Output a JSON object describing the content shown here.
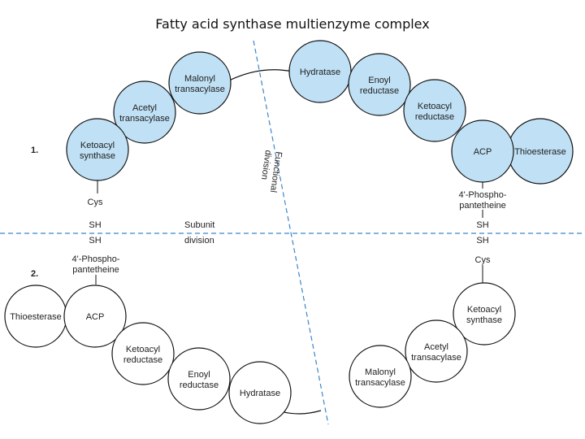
{
  "title": "Fatty acid synthase multienzyme complex",
  "subunit_labels": {
    "top": "1.",
    "bottom": "2."
  },
  "enzymes": {
    "malonyl_top": [
      "Malonyl",
      "transacylase"
    ],
    "acetyl_top": [
      "Acetyl",
      "transacylase"
    ],
    "ketoacyl_synthase_top": [
      "Ketoacyl",
      "synthase"
    ],
    "hydratase_top": [
      "Hydratase"
    ],
    "enoyl_top": [
      "Enoyl",
      "reductase"
    ],
    "ketoacyl_reductase_top": [
      "Ketoacyl",
      "reductase"
    ],
    "acp_top": [
      "ACP"
    ],
    "thioesterase_top": [
      "Thioesterase"
    ],
    "thioesterase_bottom": [
      "Thioesterase"
    ],
    "acp_bottom": [
      "ACP"
    ],
    "ketoacyl_reductase_bottom": [
      "Ketoacyl",
      "reductase"
    ],
    "enoyl_bottom": [
      "Enoyl",
      "reductase"
    ],
    "hydratase_bottom": [
      "Hydratase"
    ],
    "ketoacyl_synthase_bottom": [
      "Ketoacyl",
      "synthase"
    ],
    "acetyl_bottom": [
      "Acetyl",
      "transacylase"
    ],
    "malonyl_bottom": [
      "Malonyl",
      "transacylase"
    ]
  },
  "groups": {
    "cys_left": "Cys",
    "sh_left_top": "SH",
    "sh_left_bottom": "SH",
    "phospho_left": [
      "4'-Phospho-",
      "pantetheine"
    ],
    "phospho_right": [
      "4'-Phospho-",
      "pantetheine"
    ],
    "sh_right_top": "SH",
    "sh_right_bottom": "SH",
    "cys_right": "Cys"
  },
  "annotations": {
    "subunit_division": [
      "Subunit",
      "division"
    ],
    "functional_division": [
      "Functional",
      "division"
    ]
  },
  "colors": {
    "top_subunit": "#bfe0f5",
    "bottom_subunit": "#ffffff",
    "division_line": "#3a86c8"
  }
}
